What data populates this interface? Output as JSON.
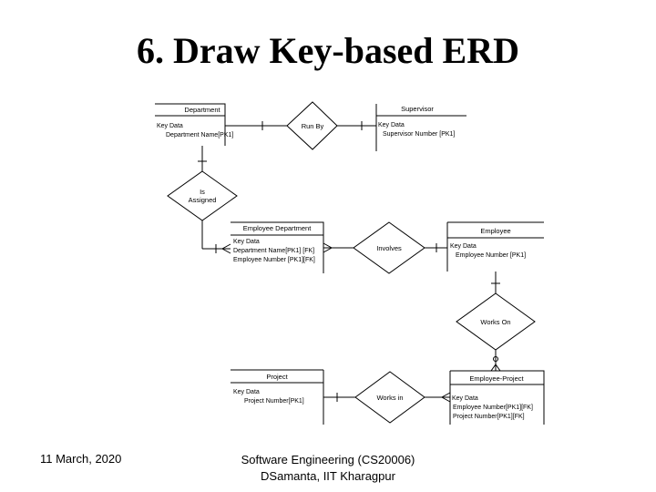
{
  "slide": {
    "title": "6. Draw Key-based ERD",
    "footer": {
      "date": "11 March, 2020",
      "course": "Software Engineering (CS20006)",
      "author": "DSamanta, IIT Kharagpur"
    }
  },
  "erd": {
    "entities": {
      "department": {
        "name": "Department",
        "lines": [
          "Key Data",
          "Department Name[PK1]"
        ]
      },
      "supervisor": {
        "name": "Supervisor",
        "lines": [
          "Key Data",
          "Supervisor Number [PK1]"
        ]
      },
      "employee_department": {
        "name": "Employee Department",
        "lines": [
          "Key Data",
          "Department Name[PK1] [FK]",
          "Employee Number [PK1][FK]"
        ]
      },
      "employee": {
        "name": "Employee",
        "lines": [
          "Key Data",
          "Employee Number [PK1]"
        ]
      },
      "project": {
        "name": "Project",
        "lines": [
          "Key Data",
          "Project Number[PK1]"
        ]
      },
      "employee_project": {
        "name": "Employee-Project",
        "lines": [
          "Key Data",
          "Employee Number[PK1][FK]",
          "Project Number[PK1][FK]"
        ]
      }
    },
    "relationships": {
      "run_by": {
        "label": "Run By"
      },
      "is_assigned": {
        "label_line1": "Is",
        "label_line2": "Assigned"
      },
      "involves": {
        "label": "Involves"
      },
      "works_on": {
        "label": "Works On"
      },
      "works_in": {
        "label": "Works in"
      }
    }
  }
}
